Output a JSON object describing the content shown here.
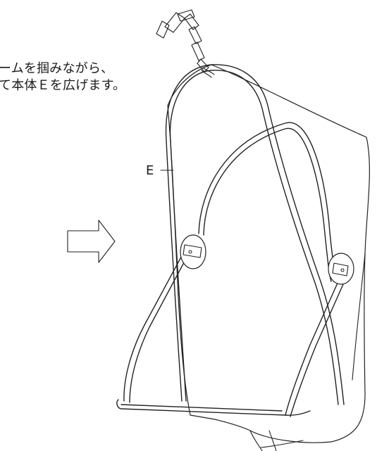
{
  "instruction": {
    "line1": "ームを掴みながら、",
    "line2": "て本体Ｅを広げます。"
  },
  "part_label": "E"
}
